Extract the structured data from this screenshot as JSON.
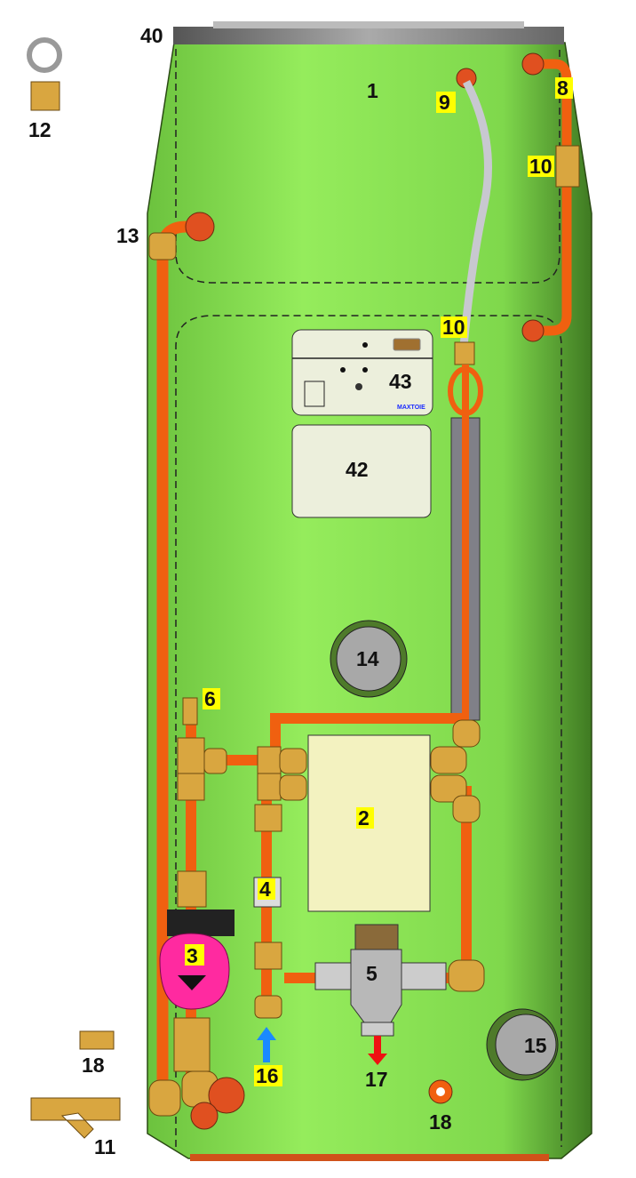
{
  "title": "Unvented hot water cylinder component diagram",
  "colors": {
    "body": "#8fe85a",
    "body_dark": "#4e8a2a",
    "pipe": "#f06010",
    "brass": "#d9a640",
    "pump": "#ff2aa0",
    "highlight": "#ffff00",
    "panel": "#ecefdc",
    "plate_hx": "#f3f2c0"
  },
  "labels": {
    "l40": "40",
    "l1": "1",
    "l9": "9",
    "l8": "8",
    "l10a": "10",
    "l10b": "10",
    "l12": "12",
    "l13": "13",
    "l43": "43",
    "l42": "42",
    "l14": "14",
    "l6": "6",
    "l2": "2",
    "l4": "4",
    "l3": "3",
    "l5": "5",
    "l15": "15",
    "l16": "16",
    "l17": "17",
    "l18a": "18",
    "l18b": "18",
    "l11": "11"
  },
  "controller_brand": "MAXTOIE",
  "icons": {
    "inlet_arrow": "arrow-up-blue",
    "outlet_arrow": "arrow-down-red"
  }
}
